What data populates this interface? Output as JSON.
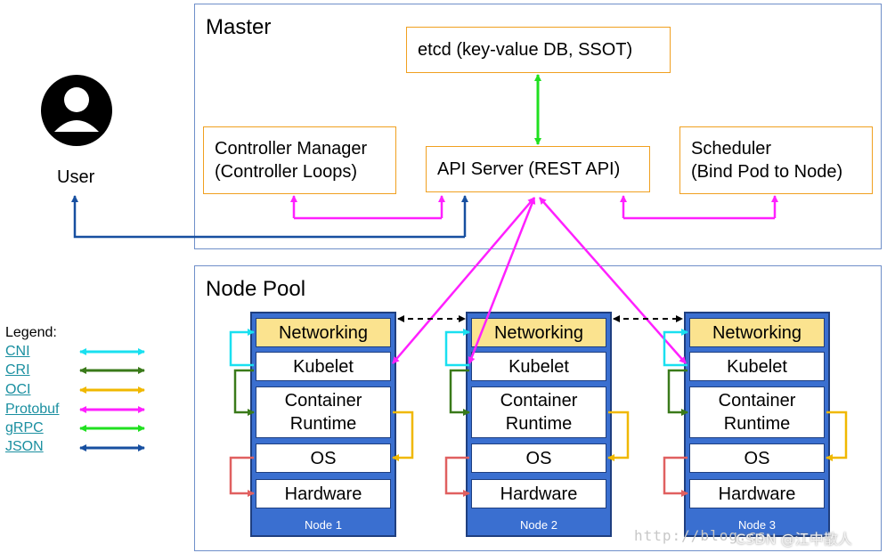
{
  "master": {
    "title": "Master"
  },
  "etcd": {
    "label": "etcd (key-value DB, SSOT)"
  },
  "api_server": {
    "label": "API Server (REST API)"
  },
  "controller_manager": {
    "line1": "Controller Manager",
    "line2": "(Controller Loops)"
  },
  "scheduler": {
    "line1": "Scheduler",
    "line2": "(Bind Pod to Node)"
  },
  "user": {
    "label": "User"
  },
  "node_pool": {
    "title": "Node Pool"
  },
  "layers": {
    "networking": "Networking",
    "kubelet": "Kubelet",
    "runtime_line1": "Container",
    "runtime_line2": "Runtime",
    "os": "OS",
    "hardware": "Hardware"
  },
  "nodes": [
    {
      "label": "Node 1"
    },
    {
      "label": "Node 2"
    },
    {
      "label": "Node 3"
    }
  ],
  "legend": {
    "title": "Legend:",
    "items": [
      {
        "label": "CNI",
        "color": "#19e0f0"
      },
      {
        "label": "CRI",
        "color": "#3a7a1a"
      },
      {
        "label": "OCI",
        "color": "#f0b800"
      },
      {
        "label": "Protobuf",
        "color": "#ff20ff"
      },
      {
        "label": "gRPC",
        "color": "#20e020"
      },
      {
        "label": "JSON",
        "color": "#174fa0"
      }
    ]
  },
  "watermark": {
    "url_text": "http://blog.cs",
    "credit": "CSDN @江中散人"
  }
}
